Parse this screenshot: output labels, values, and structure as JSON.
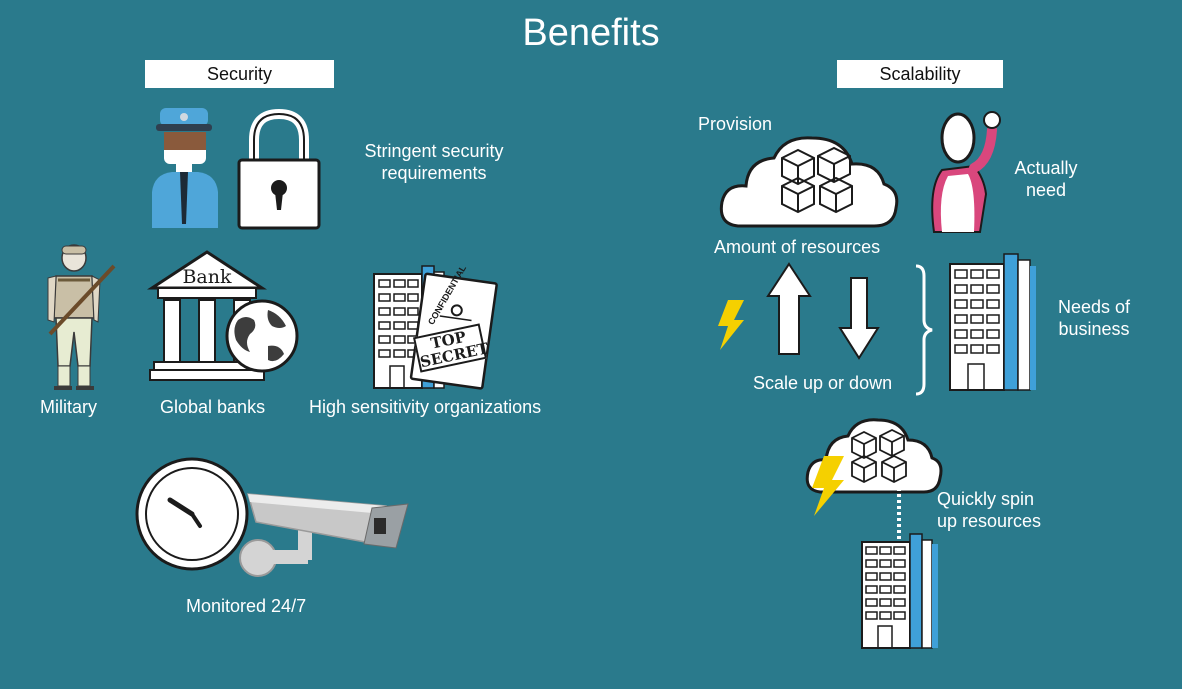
{
  "title": "Benefits",
  "security": {
    "header": "Security",
    "stringent": "Stringent security requirements",
    "military": "Military",
    "banks": "Global banks",
    "bank_sign": "Bank",
    "high_sensitivity": "High sensitivity organizations",
    "confidential": "CONFIDENTIAL",
    "top_secret_1": "TOP",
    "top_secret_2": "SECRET",
    "monitored": "Monitored 24/7"
  },
  "scalability": {
    "header": "Scalability",
    "provision": "Provision",
    "actually_need_1": "Actually",
    "actually_need_2": "need",
    "amount": "Amount of resources",
    "needs_1": "Needs of",
    "needs_2": "business",
    "scale": "Scale up or down",
    "quick_1": "Quickly spin",
    "quick_2": "up resources"
  },
  "colors": {
    "background": "#2a7a8c",
    "lightning": "#f5d000",
    "building_accent": "#3fa0d8"
  }
}
